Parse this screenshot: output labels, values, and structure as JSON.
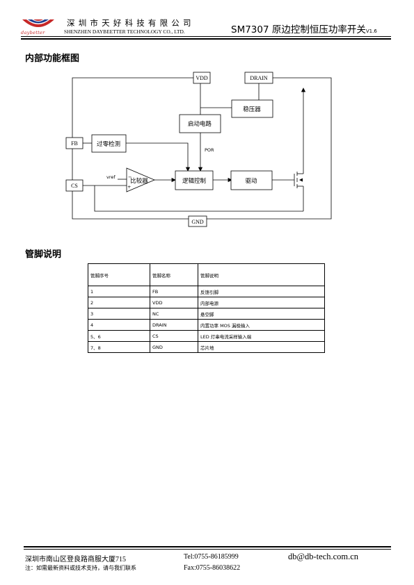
{
  "header": {
    "logo_text": "daybetter",
    "company_cn": "深圳市天好科技有限公司",
    "company_en": "SHENZHEN DAYBEETTER TECHNOLOGY CO., LTD.",
    "doc_title": "SM7307 原边控制恒压功率开关",
    "doc_version": "V1.6"
  },
  "section_block": {
    "title": "内部功能框图"
  },
  "diagram": {
    "pin_vdd": "VDD",
    "pin_drain": "DRAIN",
    "pin_fb": "FB",
    "pin_cs": "CS",
    "pin_gnd": "GND",
    "regulator": "稳压器",
    "startup": "启动电路",
    "zero_detect": "过零检测",
    "por": "POR",
    "vref": "vref",
    "comparator": "比较器",
    "logic": "逻辑控制",
    "driver": "驱动",
    "minus": "−",
    "plus": "+"
  },
  "section_pins": {
    "title": "管脚说明"
  },
  "pin_table": {
    "headers": [
      "管脚序号",
      "管脚名称",
      "管脚说明"
    ],
    "rows": [
      [
        "1",
        "FB",
        "反馈引脚"
      ],
      [
        "2",
        "VDD",
        "内部电源"
      ],
      [
        "3",
        "NC",
        "悬空脚"
      ],
      [
        "4",
        "DRAIN",
        "内置功率 MOS 漏极输入"
      ],
      [
        "5、6",
        "CS",
        "LED 灯串电流采样输入端"
      ],
      [
        "7、8",
        "GND",
        "芯片地"
      ]
    ]
  },
  "footer": {
    "address": "深圳市南山区登良路商服大厦715",
    "note": "注：如需最新资料或技术支持，请与我们联系",
    "tel": "Tel:0755-86185999",
    "fax": "Fax:0755-86038622",
    "email": "db@db-tech.com.cn"
  },
  "colors": {
    "logo_red": "#c62828",
    "logo_blue": "#1f3f8f",
    "line": "#000000"
  }
}
